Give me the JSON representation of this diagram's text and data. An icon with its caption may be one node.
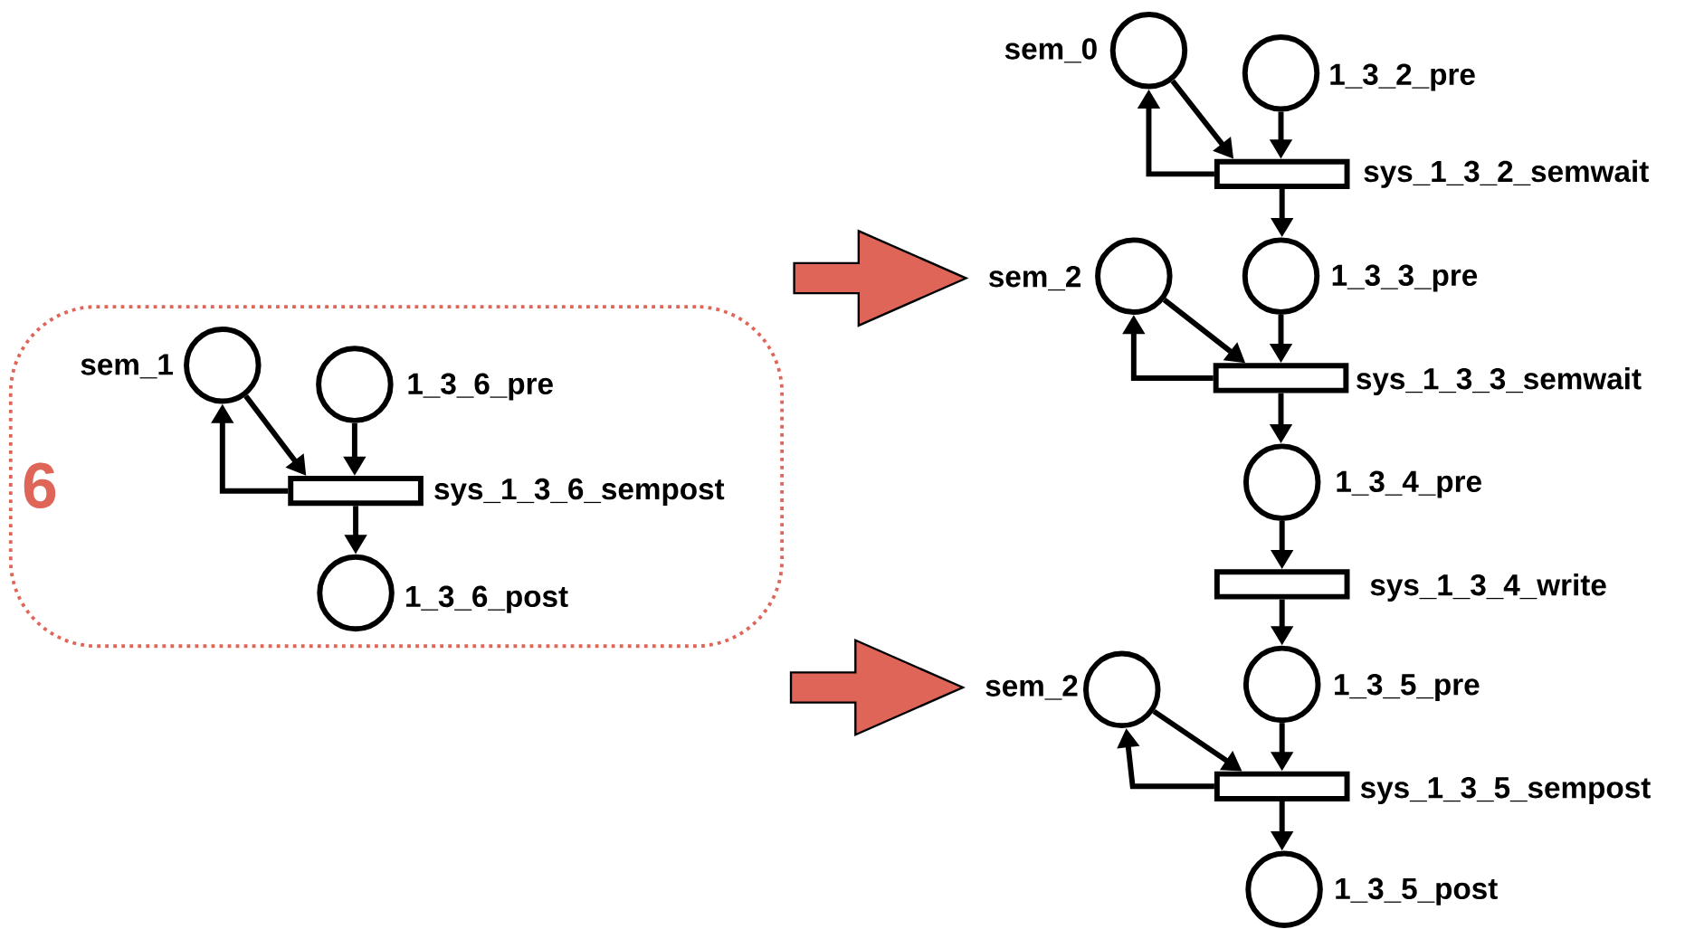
{
  "diagram": {
    "nodes": [
      {
        "text": [
          "6"
        ]
      },
      {
        "text": [],
        "shape": "circle",
        "beside": [
          "sem_1"
        ],
        "in": 0
      },
      {
        "text": [],
        "shape": "circle",
        "beside": [
          "1_3_6_pre"
        ],
        "in": 0
      },
      {
        "text": [],
        "shape": "bar",
        "beside": [
          "sys_1_3_6_sempost"
        ],
        "in": 0
      },
      {
        "text": [],
        "shape": "circle",
        "beside": [
          "1_3_6_post"
        ],
        "in": 0
      },
      {
        "text": [],
        "shape": "circle",
        "beside": [
          "sem_0"
        ]
      },
      {
        "text": [],
        "shape": "circle",
        "beside": [
          "1_3_2_pre"
        ]
      },
      {
        "text": [],
        "shape": "bar",
        "beside": [
          "sys_1_3_2_semwait"
        ]
      },
      {
        "text": [],
        "shape": "circle",
        "beside": [
          "sem_2"
        ]
      },
      {
        "text": [],
        "shape": "circle",
        "beside": [
          "1_3_3_pre"
        ]
      },
      {
        "text": [],
        "shape": "bar",
        "beside": [
          "sys_1_3_3_semwait"
        ]
      },
      {
        "text": [],
        "shape": "circle",
        "beside": [
          "1_3_4_pre"
        ]
      },
      {
        "text": [],
        "shape": "bar",
        "beside": [
          "sys_1_3_4_write"
        ]
      },
      {
        "text": [],
        "shape": "circle",
        "beside": [
          "sem_2"
        ]
      },
      {
        "text": [],
        "shape": "circle",
        "beside": [
          "1_3_5_pre"
        ]
      },
      {
        "text": [],
        "shape": "bar",
        "beside": [
          "sys_1_3_5_sempost"
        ]
      },
      {
        "text": [],
        "shape": "circle",
        "beside": [
          "1_3_5_post"
        ]
      }
    ],
    "edges": [
      {
        "from": 1,
        "to": 3,
        "arrow": "to"
      },
      {
        "from": 3,
        "to": 1,
        "arrow": "to"
      },
      {
        "from": 2,
        "to": 3,
        "arrow": "to"
      },
      {
        "from": 3,
        "to": 4,
        "arrow": "to"
      },
      {
        "from": 5,
        "to": 7,
        "arrow": "to"
      },
      {
        "from": 7,
        "to": 5,
        "arrow": "to"
      },
      {
        "from": 6,
        "to": 7,
        "arrow": "to"
      },
      {
        "from": 7,
        "to": 9,
        "arrow": "to"
      },
      {
        "from": 8,
        "to": 10,
        "arrow": "to"
      },
      {
        "from": 10,
        "to": 8,
        "arrow": "to"
      },
      {
        "from": 9,
        "to": 10,
        "arrow": "to"
      },
      {
        "from": 10,
        "to": 11,
        "arrow": "to"
      },
      {
        "from": 11,
        "to": 12,
        "arrow": "to"
      },
      {
        "from": 12,
        "to": 14,
        "arrow": "to"
      },
      {
        "from": 13,
        "to": 15,
        "arrow": "to"
      },
      {
        "from": 15,
        "to": 13,
        "arrow": "to"
      },
      {
        "from": 14,
        "to": 15,
        "arrow": "to"
      },
      {
        "from": 15,
        "to": 16,
        "arrow": "to"
      },
      {
        "from": null,
        "to": 8,
        "arrow": "to",
        "color": "#e06559"
      },
      {
        "from": null,
        "to": 13,
        "arrow": "to",
        "color": "#e06559"
      }
    ]
  }
}
